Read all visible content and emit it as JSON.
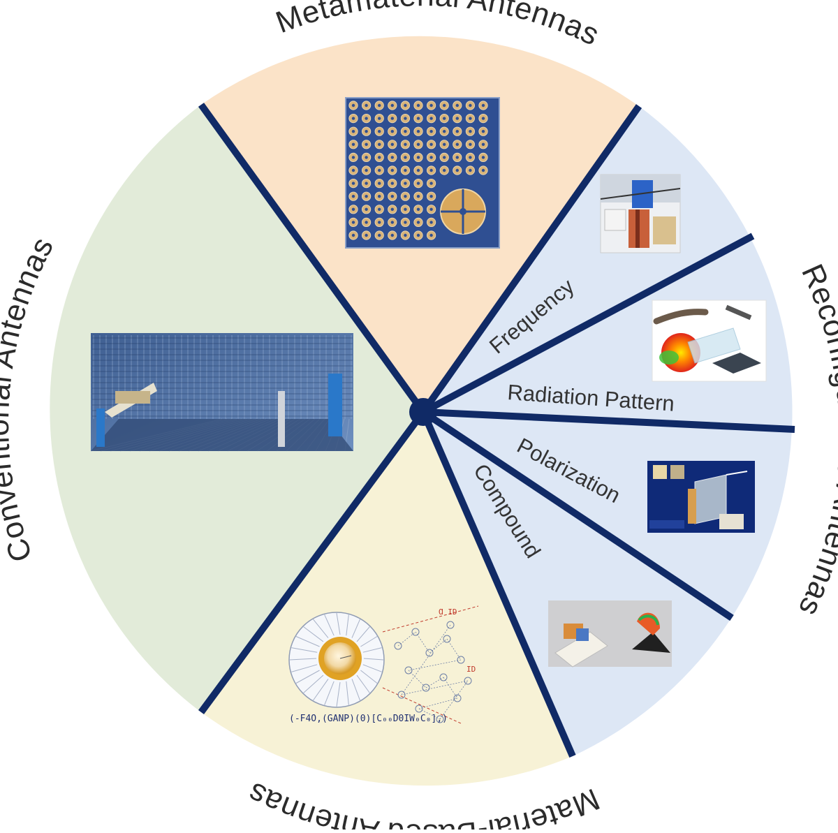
{
  "diagram": {
    "outer_labels": {
      "top": "Metamaterial Antennas",
      "left": "Conventional Antennas",
      "right": "Reconfigurable Antennas",
      "bottom": "Material-Based Antennas"
    },
    "reconfigurable_types": [
      "Frequency",
      "Radiation Pattern",
      "Polarization",
      "Compound"
    ],
    "material_figure_text": "(-F4O,(GANP)(0)[C₀₀D0IW₀C₀],)",
    "colors": {
      "conventional": "#e2ebd9",
      "metamaterial": "#fbe3c8",
      "reconfigurable": "#dde7f5",
      "material": "#f7f2d6",
      "divider": "#102a66"
    }
  }
}
